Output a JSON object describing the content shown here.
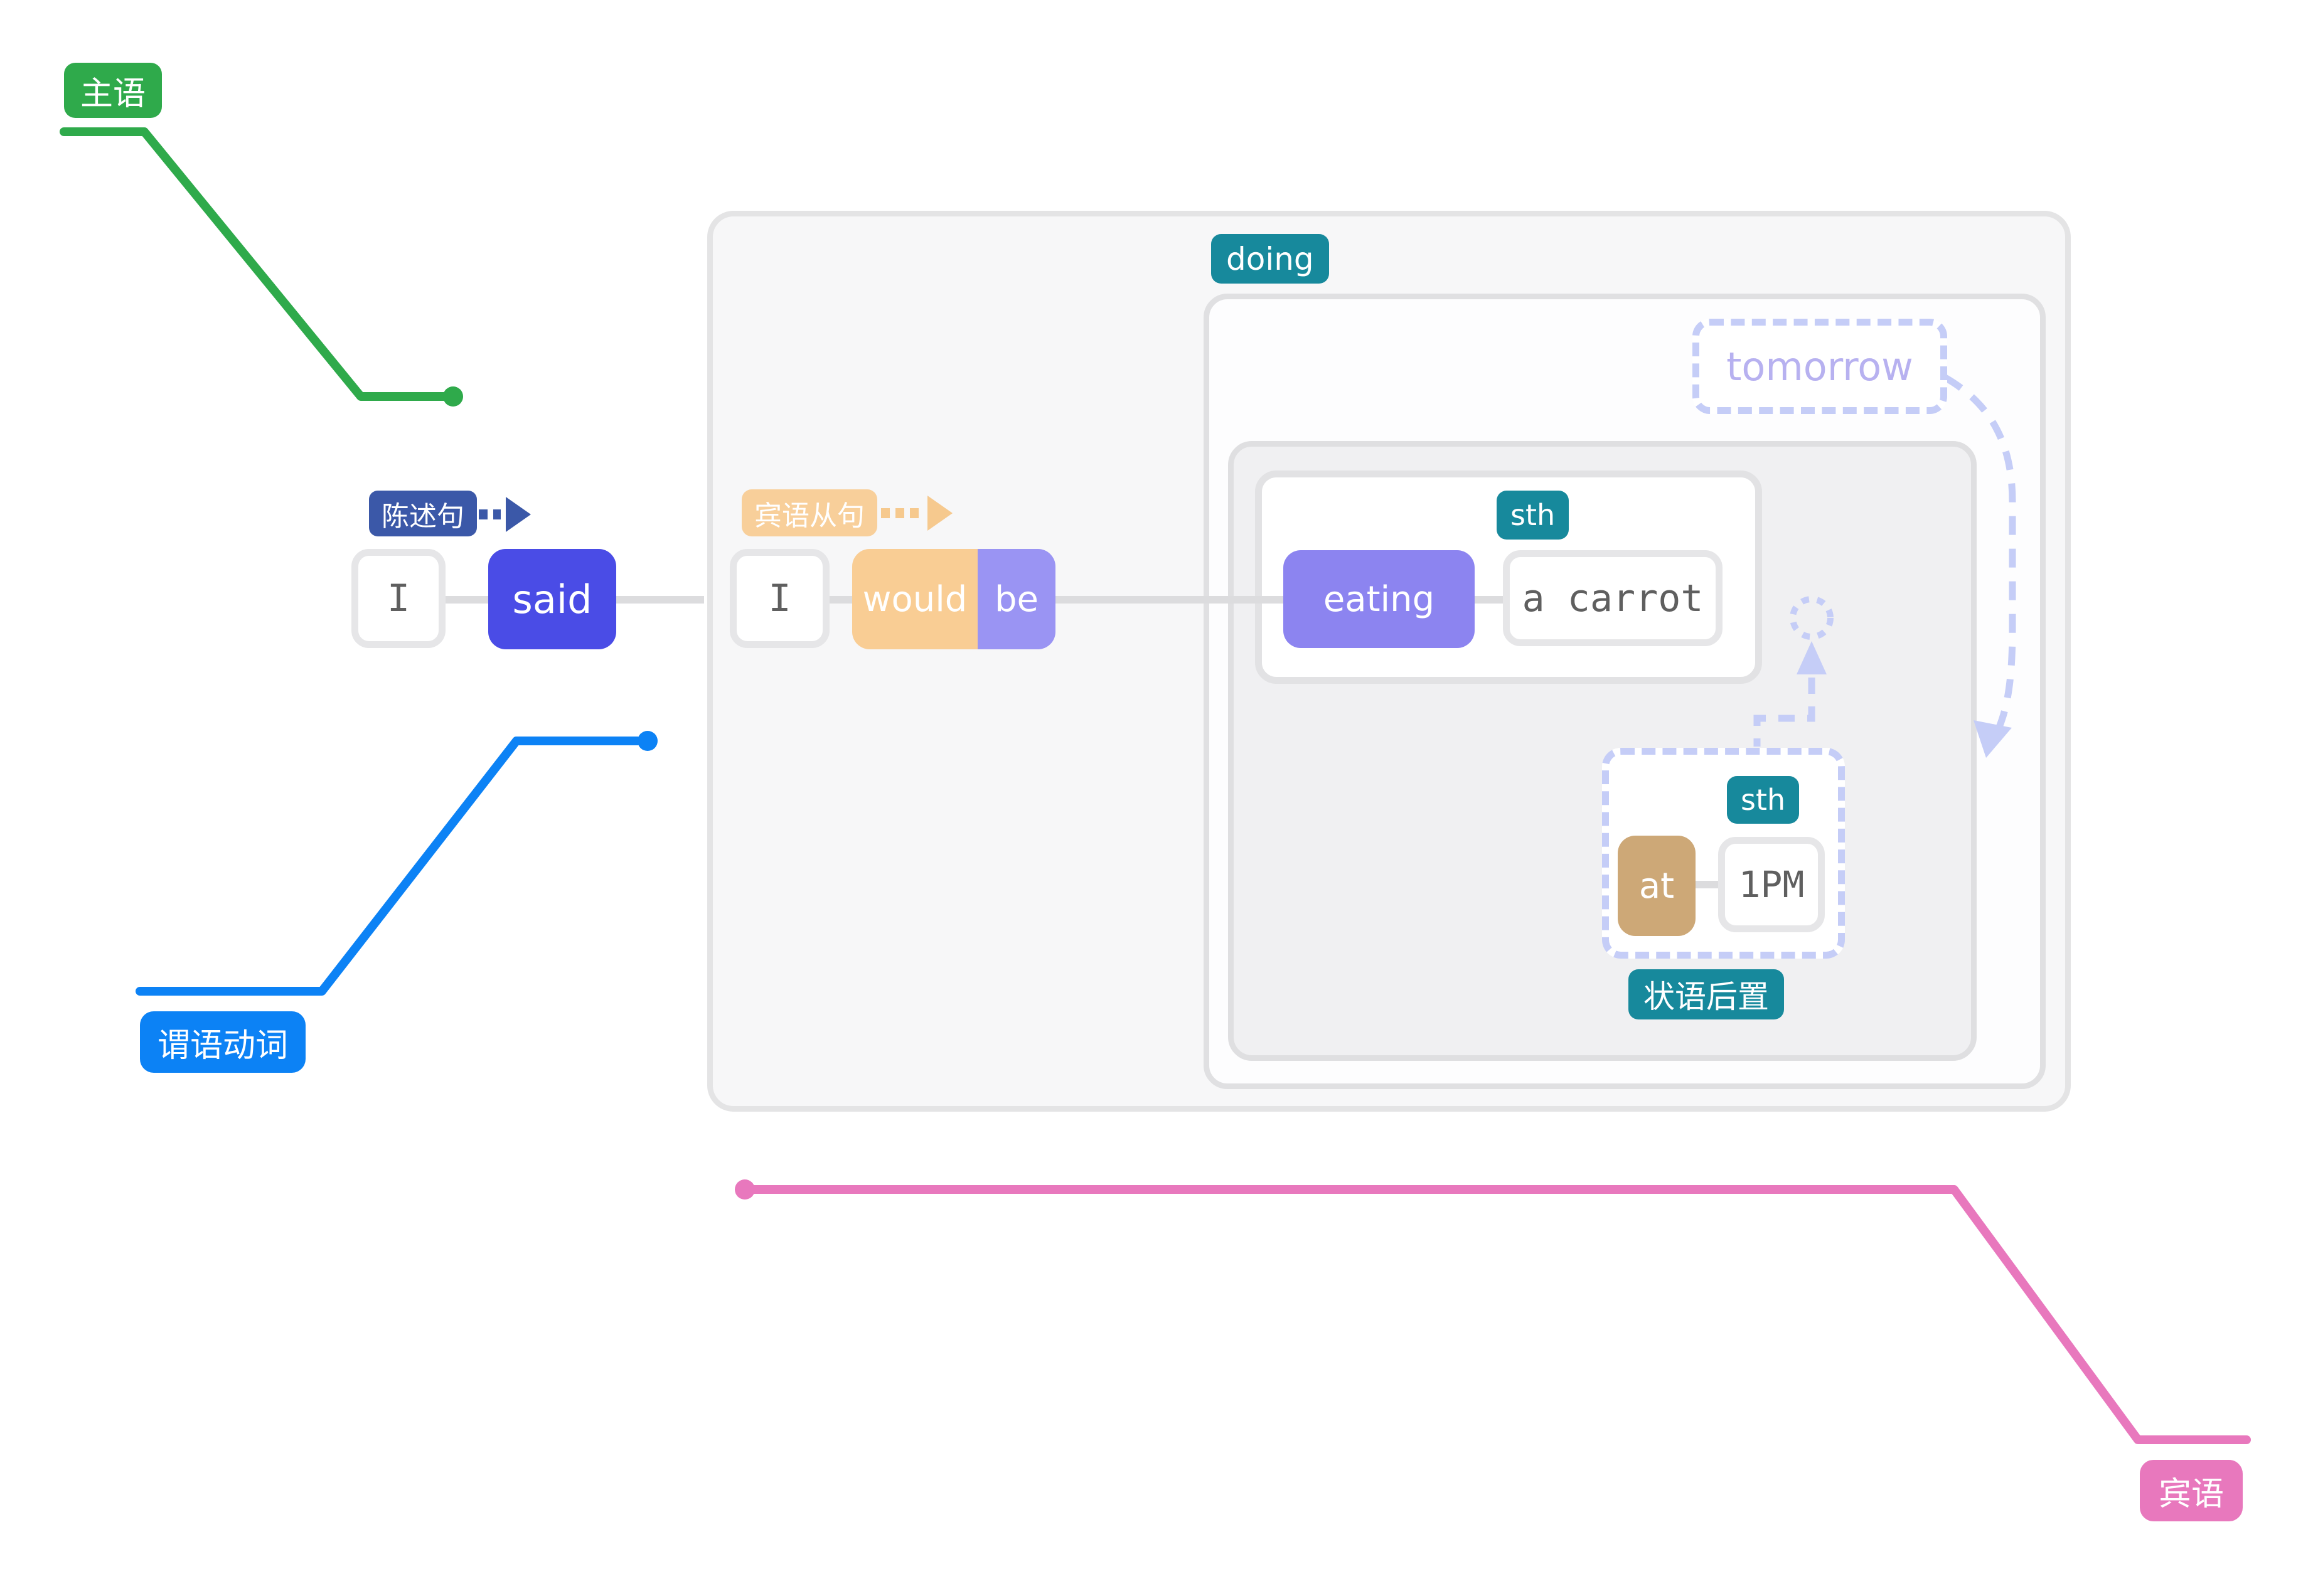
{
  "leaders": {
    "subject": {
      "label": "主语",
      "color": "#2faa4b"
    },
    "predicate_verb": {
      "label": "谓语动词",
      "color": "#0c82f5"
    },
    "object": {
      "label": "宾语",
      "color": "#e878bd"
    }
  },
  "main_clause": {
    "type_tag": "陈述句",
    "subject": "I",
    "verb": "said"
  },
  "object_clause": {
    "type_tag": "宾语从句",
    "subject": "I",
    "modal": "would",
    "aux": "be",
    "pattern_tag": "doing",
    "progressive": {
      "verb": "eating",
      "object_tag": "sth",
      "object": "a carrot"
    },
    "adverbial": {
      "preposition": "at",
      "object_tag": "sth",
      "object": "1PM",
      "note_tag": "状语后置"
    },
    "time_adverb": "tomorrow"
  },
  "colors": {
    "subject_green": "#2faa4b",
    "predicate_blue": "#0c82f5",
    "object_pink": "#e878bd",
    "verb_indigo": "#4a4ce6",
    "declarative_navy": "#3b58a8",
    "modal_peach": "#f9cd94",
    "aux_periwinkle": "#9a94f3",
    "ing_verb_periwinkle": "#8c84f0",
    "prep_tan": "#cda877",
    "tag_teal": "#17899c",
    "dashed_connector_periwinkle": "#c5cdf7",
    "token_text_gray": "#5f5f5f",
    "container_gray": "#e2e2e4"
  }
}
